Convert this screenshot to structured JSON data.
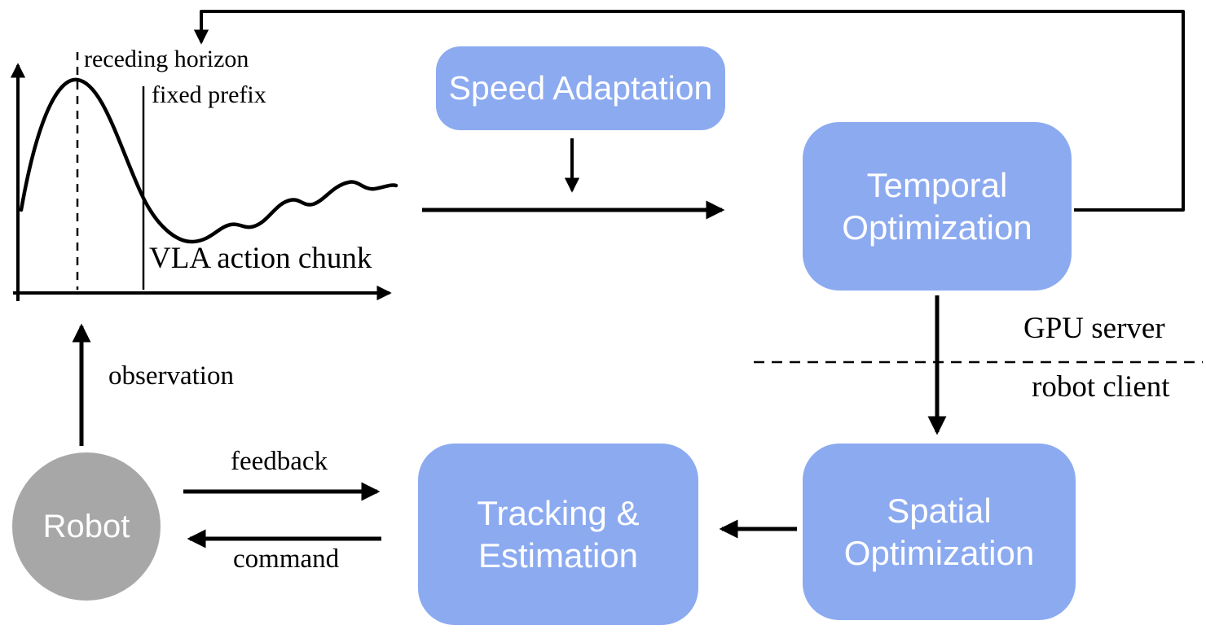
{
  "chart": {
    "receding_horizon_label": "receding horizon",
    "fixed_prefix_label": "fixed prefix",
    "vla_label": "VLA action chunk"
  },
  "boxes": {
    "speed_adaptation": "Speed Adaptation",
    "temporal_optimization": "Temporal Optimization",
    "spatial_optimization": "Spatial Optimization",
    "tracking_estimation": "Tracking & Estimation"
  },
  "robot_label": "Robot",
  "labels": {
    "observation": "observation",
    "feedback": "feedback",
    "command": "command",
    "gpu_server": "GPU server",
    "robot_client": "robot client"
  },
  "colors": {
    "box_fill": "#8caaf0",
    "box_text": "#ffffff",
    "robot_fill": "#a7a7a7",
    "line": "#000000"
  }
}
